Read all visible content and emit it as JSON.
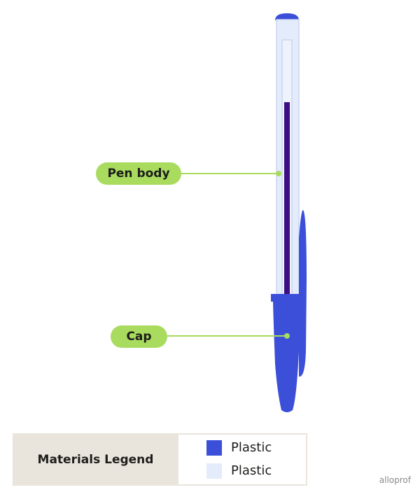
{
  "labels": {
    "pen_body": "Pen body",
    "cap": "Cap"
  },
  "legend": {
    "title": "Materials Legend",
    "items": [
      {
        "label": "Plastic",
        "color": "#3b4fd8"
      },
      {
        "label": "Plastic",
        "color": "#e4ecfb"
      }
    ]
  },
  "brand": "alloprof",
  "colors": {
    "callout": "#a8db5e",
    "cap_blue": "#3b4fd8",
    "barrel": "#e4ecfb",
    "ink": "#3d0e82"
  }
}
